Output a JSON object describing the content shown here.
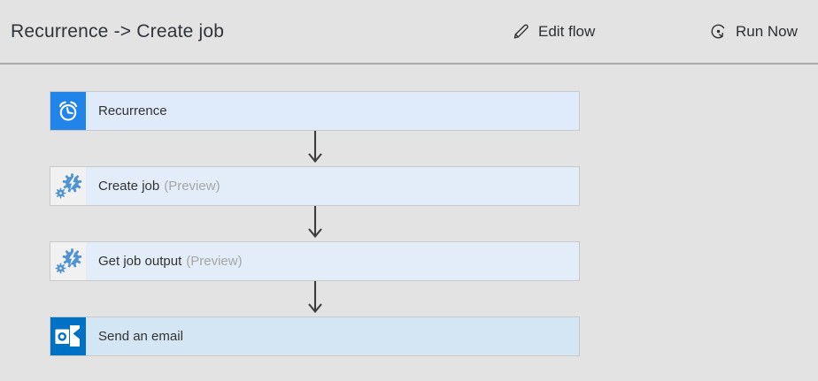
{
  "header": {
    "title": "Recurrence -> Create job",
    "actions": [
      {
        "label": "Edit flow",
        "icon": "pencil-icon"
      },
      {
        "label": "Run Now",
        "icon": "run-circle-icon"
      }
    ]
  },
  "flow": {
    "steps": [
      {
        "label": "Recurrence",
        "preview": "",
        "icon": "alarm-clock-icon",
        "icon_bg": "#2184e8",
        "row_bg": "#dfeafa"
      },
      {
        "label": "Create job",
        "preview": "(Preview)",
        "icon": "automation-gears-icon",
        "icon_bg": "#f1f1f1",
        "row_bg": "#e2edf9"
      },
      {
        "label": "Get job output",
        "preview": "(Preview)",
        "icon": "automation-gears-icon",
        "icon_bg": "#f1f1f1",
        "row_bg": "#e2edf9"
      },
      {
        "label": "Send an email",
        "preview": "",
        "icon": "outlook-icon",
        "icon_bg": "#0072c6",
        "row_bg": "#d4e6f4"
      }
    ]
  },
  "colors": {
    "page_bg": "#e3e3e3",
    "header_divider": "#a8a8a8",
    "card_border": "#c9c9c9",
    "arrow": "#3d3d3d",
    "text_primary": "#333333",
    "preview_text": "#a6a6a6",
    "recurrence_blue": "#2184e8",
    "automation_blue": "#4f93d2",
    "outlook_blue": "#0072c6"
  }
}
